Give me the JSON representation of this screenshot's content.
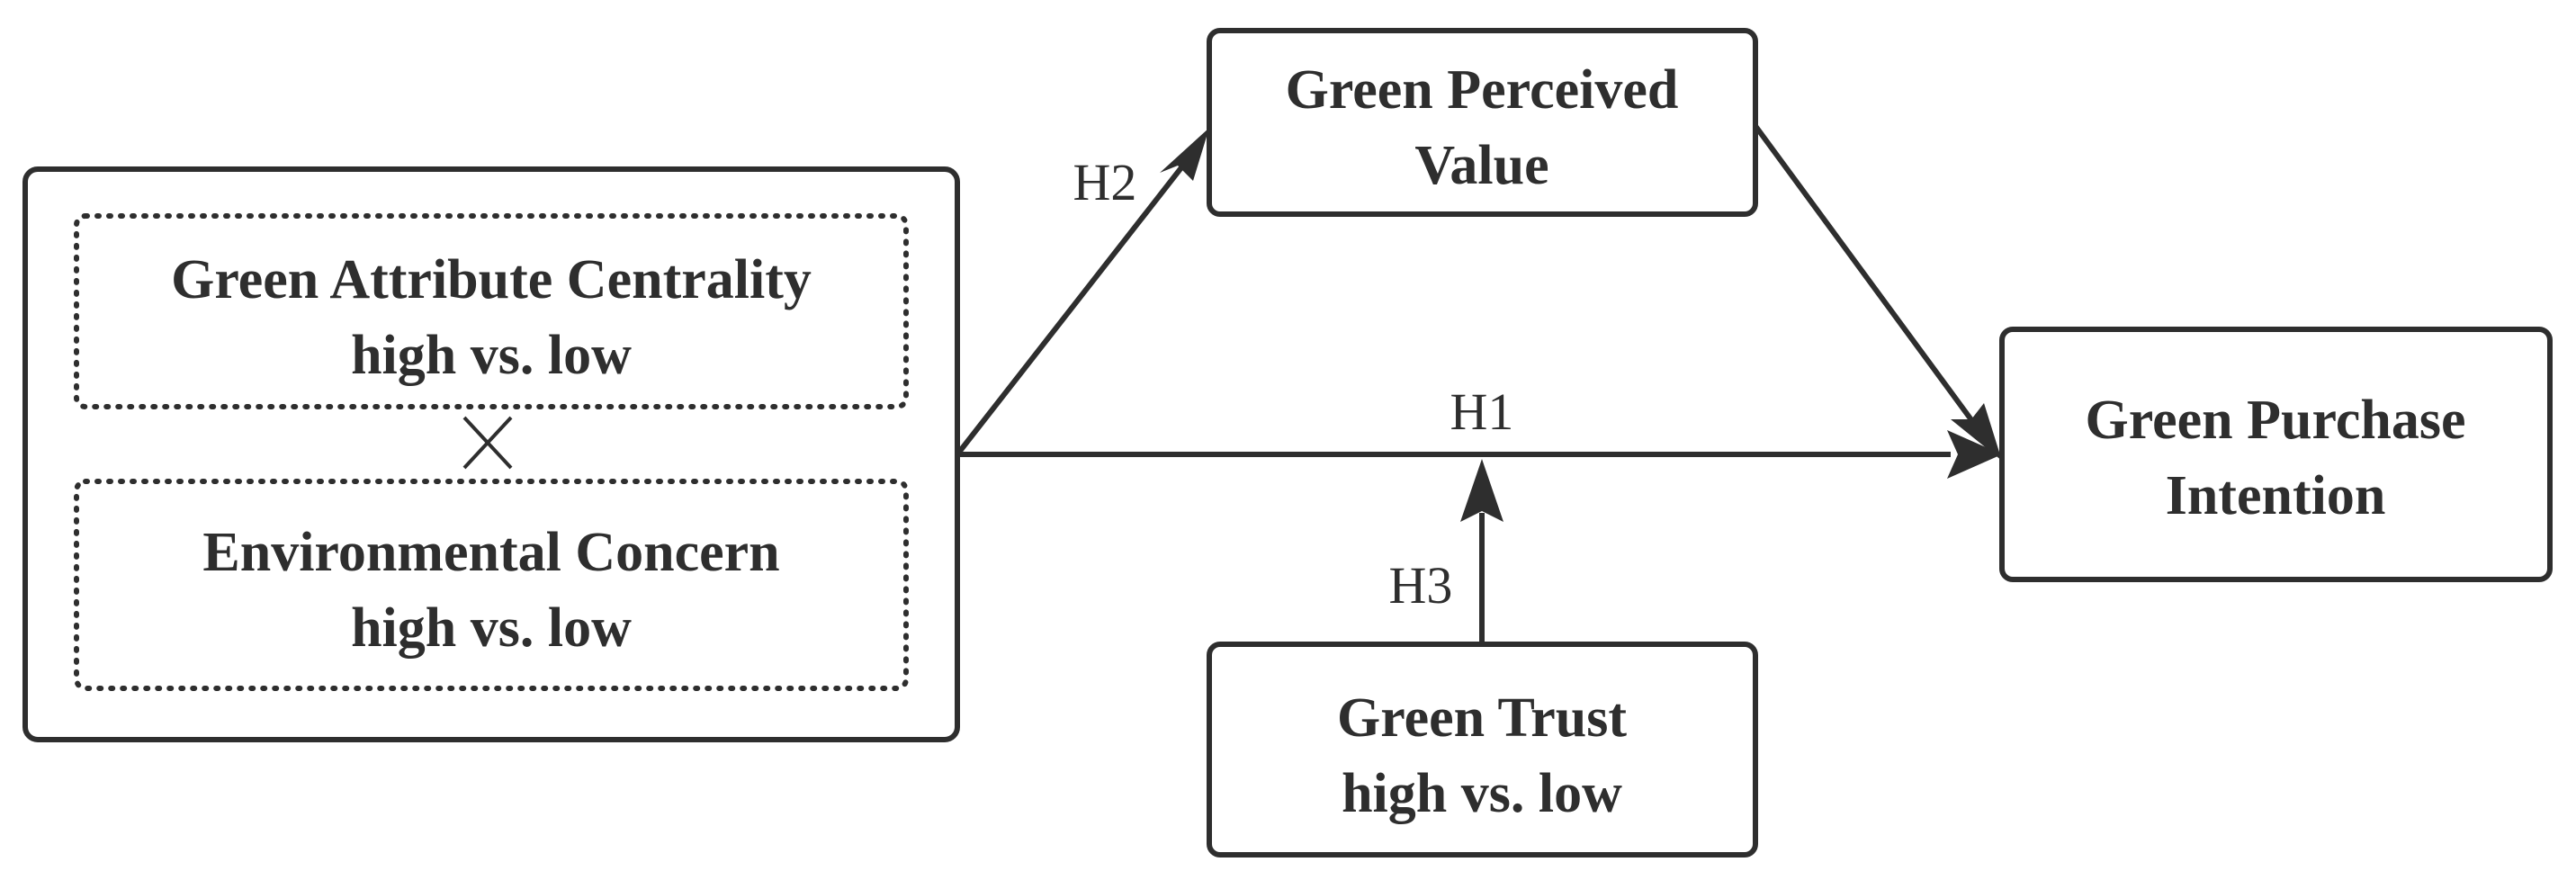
{
  "diagram": {
    "nodes": {
      "gac": {
        "line1": "Green Attribute Centrality",
        "line2": "high vs. low"
      },
      "ec": {
        "line1": "Environmental Concern",
        "line2": "high vs. low"
      },
      "gpv": {
        "line1": "Green Perceived",
        "line2": "Value"
      },
      "gpi": {
        "line1": "Green Purchase",
        "line2": "Intention"
      },
      "gt": {
        "line1": "Green Trust",
        "line2": "high vs. low"
      }
    },
    "hypotheses": {
      "h1": "H1",
      "h2": "H2",
      "h3": "H3"
    },
    "interaction_symbol": "×",
    "colors": {
      "stroke": "#2e2e2e",
      "background": "#ffffff"
    }
  }
}
